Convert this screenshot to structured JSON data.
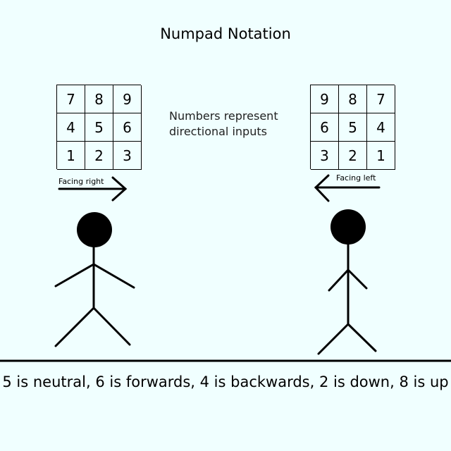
{
  "title": "Numpad Notation",
  "note_line1": "Numbers represent",
  "note_line2": "directional inputs",
  "grid_right": {
    "cells": [
      "7",
      "8",
      "9",
      "4",
      "5",
      "6",
      "1",
      "2",
      "3"
    ],
    "label": "Facing right"
  },
  "grid_left": {
    "cells": [
      "9",
      "8",
      "7",
      "6",
      "5",
      "4",
      "3",
      "2",
      "1"
    ],
    "label": "Facing left"
  },
  "caption": "5 is neutral, 6 is forwards, 4 is backwards, 2 is down, 8 is up",
  "colors": {
    "background": "#f0ffff",
    "ink": "#000000"
  }
}
